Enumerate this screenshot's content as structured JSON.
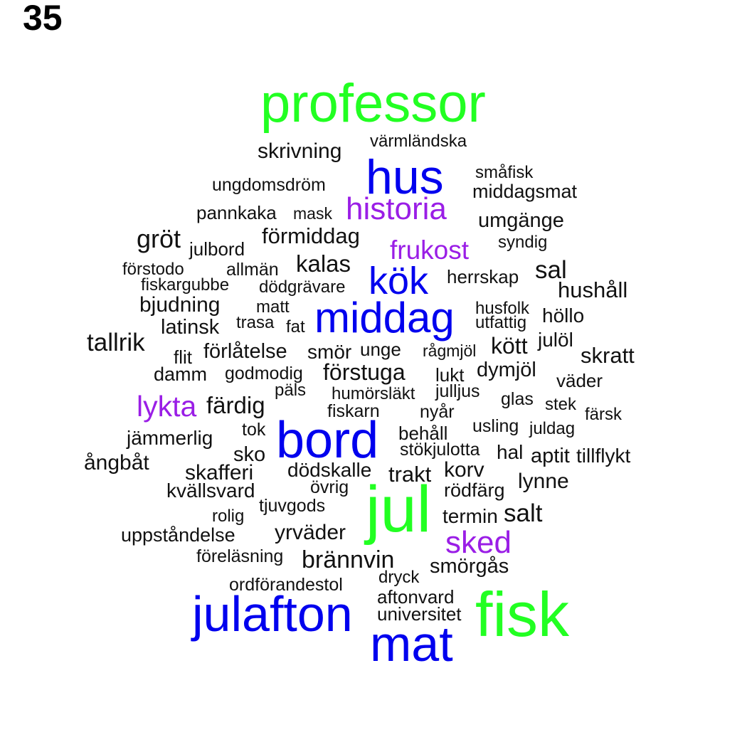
{
  "panel_number": "35",
  "colors": {
    "green": "#22ff22",
    "blue": "#0000ee",
    "purple": "#9a1ee6",
    "black": "#111111"
  },
  "words": [
    {
      "text": "professor",
      "color": "green"
    },
    {
      "text": "hus",
      "color": "blue"
    },
    {
      "text": "historia",
      "color": "purple"
    },
    {
      "text": "frukost",
      "color": "purple"
    },
    {
      "text": "kök",
      "color": "blue"
    },
    {
      "text": "middag",
      "color": "blue"
    },
    {
      "text": "lykta",
      "color": "purple"
    },
    {
      "text": "bord",
      "color": "blue"
    },
    {
      "text": "jul",
      "color": "green"
    },
    {
      "text": "sked",
      "color": "purple"
    },
    {
      "text": "julafton",
      "color": "blue"
    },
    {
      "text": "fisk",
      "color": "green"
    },
    {
      "text": "mat",
      "color": "blue"
    },
    {
      "text": "värmländska",
      "color": "black"
    },
    {
      "text": "skrivning",
      "color": "black"
    },
    {
      "text": "småfisk",
      "color": "black"
    },
    {
      "text": "ungdomsdröm",
      "color": "black"
    },
    {
      "text": "middagsmat",
      "color": "black"
    },
    {
      "text": "pannkaka",
      "color": "black"
    },
    {
      "text": "mask",
      "color": "black"
    },
    {
      "text": "umgänge",
      "color": "black"
    },
    {
      "text": "gröt",
      "color": "black"
    },
    {
      "text": "förmiddag",
      "color": "black"
    },
    {
      "text": "julbord",
      "color": "black"
    },
    {
      "text": "syndig",
      "color": "black"
    },
    {
      "text": "kalas",
      "color": "black"
    },
    {
      "text": "förstodo",
      "color": "black"
    },
    {
      "text": "allmän",
      "color": "black"
    },
    {
      "text": "herrskap",
      "color": "black"
    },
    {
      "text": "sal",
      "color": "black"
    },
    {
      "text": "fiskargubbe",
      "color": "black"
    },
    {
      "text": "dödgrävare",
      "color": "black"
    },
    {
      "text": "hushåll",
      "color": "black"
    },
    {
      "text": "bjudning",
      "color": "black"
    },
    {
      "text": "matt",
      "color": "black"
    },
    {
      "text": "husfolk",
      "color": "black"
    },
    {
      "text": "höllo",
      "color": "black"
    },
    {
      "text": "trasa",
      "color": "black"
    },
    {
      "text": "latinsk",
      "color": "black"
    },
    {
      "text": "fat",
      "color": "black"
    },
    {
      "text": "utfattig",
      "color": "black"
    },
    {
      "text": "tallrik",
      "color": "black"
    },
    {
      "text": "julöl",
      "color": "black"
    },
    {
      "text": "kött",
      "color": "black"
    },
    {
      "text": "flit",
      "color": "black"
    },
    {
      "text": "förlåtelse",
      "color": "black"
    },
    {
      "text": "smör",
      "color": "black"
    },
    {
      "text": "unge",
      "color": "black"
    },
    {
      "text": "rågmjöl",
      "color": "black"
    },
    {
      "text": "skratt",
      "color": "black"
    },
    {
      "text": "damm",
      "color": "black"
    },
    {
      "text": "godmodig",
      "color": "black"
    },
    {
      "text": "förstuga",
      "color": "black"
    },
    {
      "text": "lukt",
      "color": "black"
    },
    {
      "text": "dymjöl",
      "color": "black"
    },
    {
      "text": "väder",
      "color": "black"
    },
    {
      "text": "päls",
      "color": "black"
    },
    {
      "text": "humörsläkt",
      "color": "black"
    },
    {
      "text": "julljus",
      "color": "black"
    },
    {
      "text": "färdig",
      "color": "black"
    },
    {
      "text": "glas",
      "color": "black"
    },
    {
      "text": "stek",
      "color": "black"
    },
    {
      "text": "fiskarn",
      "color": "black"
    },
    {
      "text": "nyår",
      "color": "black"
    },
    {
      "text": "färsk",
      "color": "black"
    },
    {
      "text": "tok",
      "color": "black"
    },
    {
      "text": "usling",
      "color": "black"
    },
    {
      "text": "juldag",
      "color": "black"
    },
    {
      "text": "jämmerlig",
      "color": "black"
    },
    {
      "text": "behåll",
      "color": "black"
    },
    {
      "text": "stökjulotta",
      "color": "black"
    },
    {
      "text": "hal",
      "color": "black"
    },
    {
      "text": "sko",
      "color": "black"
    },
    {
      "text": "aptit",
      "color": "black"
    },
    {
      "text": "tillflykt",
      "color": "black"
    },
    {
      "text": "ångbåt",
      "color": "black"
    },
    {
      "text": "skafferi",
      "color": "black"
    },
    {
      "text": "dödskalle",
      "color": "black"
    },
    {
      "text": "trakt",
      "color": "black"
    },
    {
      "text": "korv",
      "color": "black"
    },
    {
      "text": "lynne",
      "color": "black"
    },
    {
      "text": "kvällsvard",
      "color": "black"
    },
    {
      "text": "övrig",
      "color": "black"
    },
    {
      "text": "rödfärg",
      "color": "black"
    },
    {
      "text": "tjuvgods",
      "color": "black"
    },
    {
      "text": "rolig",
      "color": "black"
    },
    {
      "text": "termin",
      "color": "black"
    },
    {
      "text": "salt",
      "color": "black"
    },
    {
      "text": "uppståndelse",
      "color": "black"
    },
    {
      "text": "yrväder",
      "color": "black"
    },
    {
      "text": "föreläsning",
      "color": "black"
    },
    {
      "text": "brännvin",
      "color": "black"
    },
    {
      "text": "smörgås",
      "color": "black"
    },
    {
      "text": "dryck",
      "color": "black"
    },
    {
      "text": "ordförandestol",
      "color": "black"
    },
    {
      "text": "aftonvard",
      "color": "black"
    },
    {
      "text": "universitet",
      "color": "black"
    }
  ]
}
